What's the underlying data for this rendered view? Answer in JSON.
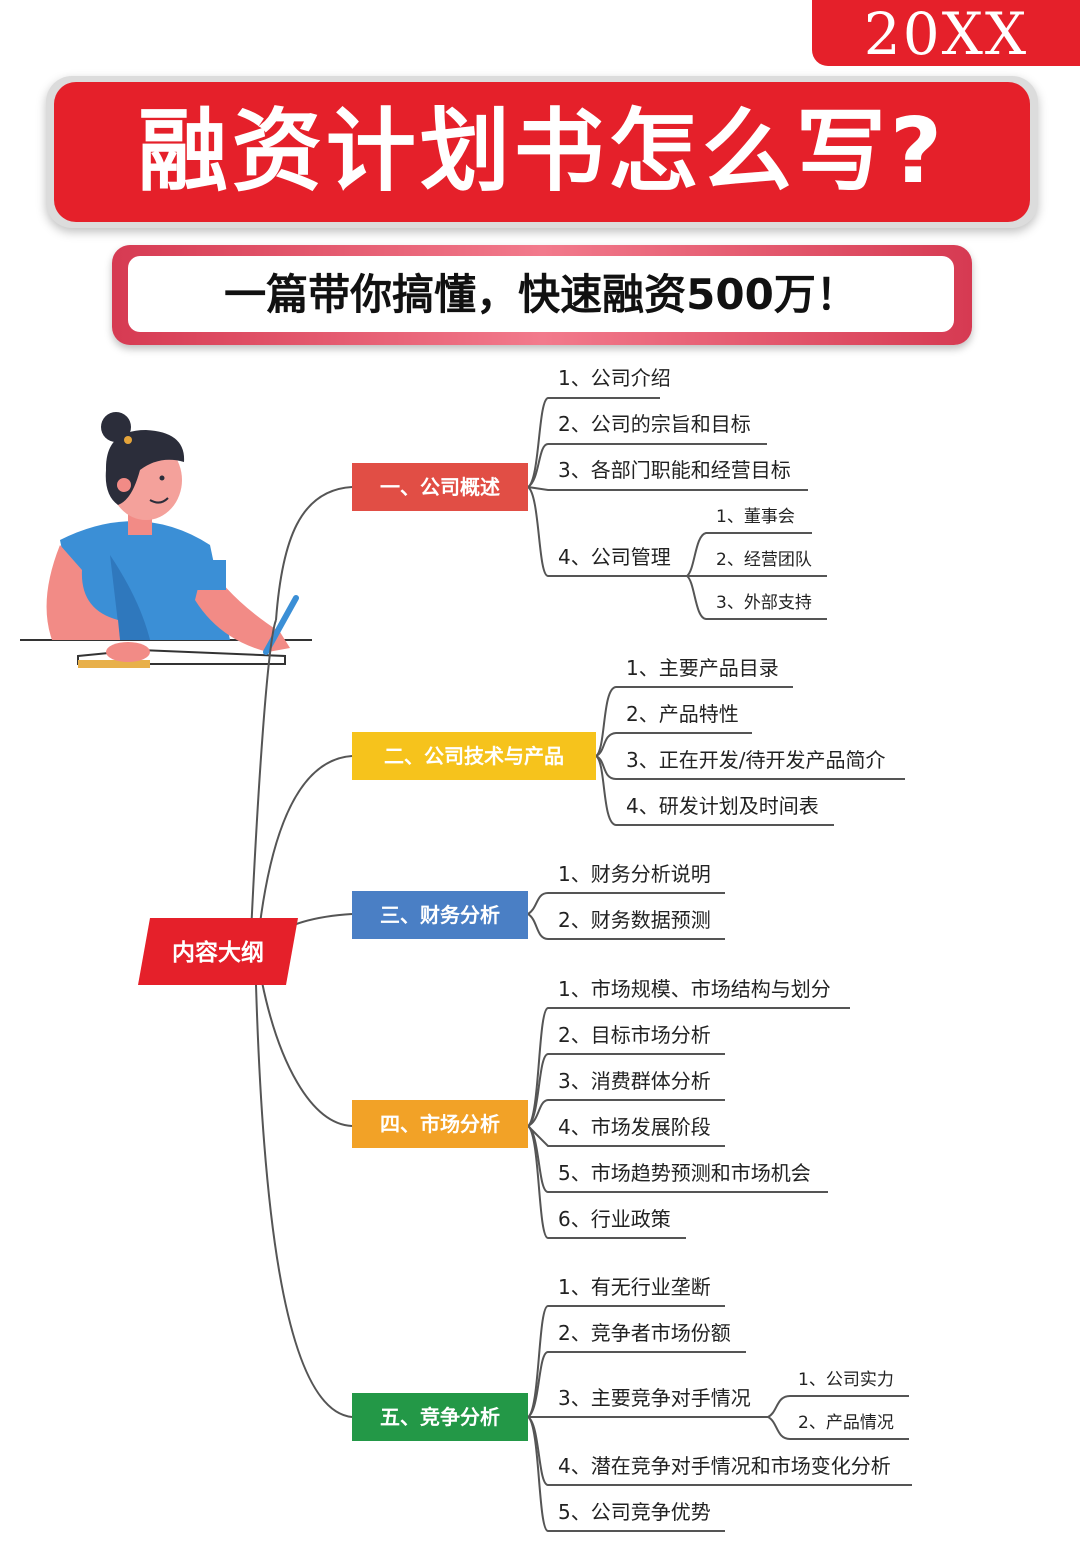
{
  "year": "20XX",
  "title": "融资计划书怎么写?",
  "subtitle": "一篇带你搞懂，快速融资500万！",
  "colors": {
    "brand_red": "#e5202a",
    "sec1": "#e14e45",
    "sec2": "#f6c31c",
    "sec3": "#4a7fc5",
    "sec4": "#f2a227",
    "sec5": "#239847",
    "root": "#e5202a"
  },
  "illustration": "woman-writing-at-desk",
  "mindmap": {
    "root": "内容大纲",
    "sections": [
      {
        "label": "一、公司概述",
        "items": [
          {
            "label": "1、公司介绍"
          },
          {
            "label": "2、公司的宗旨和目标"
          },
          {
            "label": "3、各部门职能和经营目标"
          },
          {
            "label": "4、公司管理",
            "sub": [
              "1、董事会",
              "2、经营团队",
              "3、外部支持"
            ]
          }
        ]
      },
      {
        "label": "二、公司技术与产品",
        "items": [
          {
            "label": "1、主要产品目录"
          },
          {
            "label": "2、产品特性"
          },
          {
            "label": "3、正在开发/待开发产品简介"
          },
          {
            "label": "4、研发计划及时间表"
          }
        ]
      },
      {
        "label": "三、财务分析",
        "items": [
          {
            "label": "1、财务分析说明"
          },
          {
            "label": "2、财务数据预测"
          }
        ]
      },
      {
        "label": "四、市场分析",
        "items": [
          {
            "label": "1、市场规模、市场结构与划分"
          },
          {
            "label": "2、目标市场分析"
          },
          {
            "label": "3、消费群体分析"
          },
          {
            "label": "4、市场发展阶段"
          },
          {
            "label": "5、市场趋势预测和市场机会"
          },
          {
            "label": "6、行业政策"
          }
        ]
      },
      {
        "label": "五、竞争分析",
        "items": [
          {
            "label": "1、有无行业垄断"
          },
          {
            "label": "2、竞争者市场份额"
          },
          {
            "label": "3、主要竞争对手情况",
            "sub": [
              "1、公司实力",
              "2、产品情况"
            ]
          },
          {
            "label": "4、潜在竞争对手情况和市场变化分析"
          },
          {
            "label": "5、公司竞争优势"
          }
        ]
      }
    ]
  }
}
